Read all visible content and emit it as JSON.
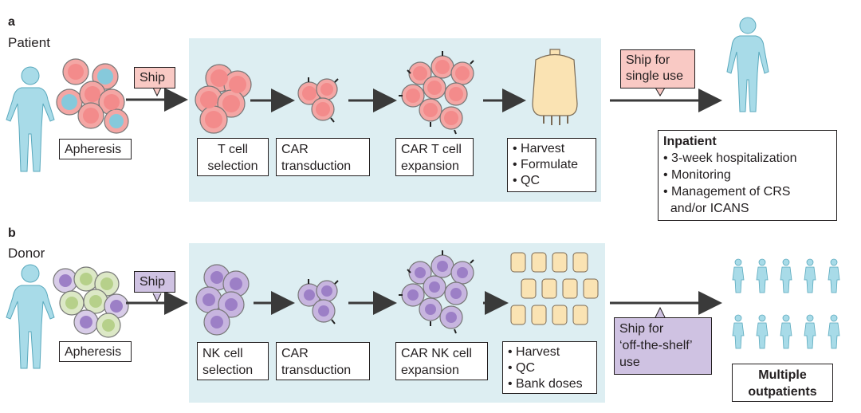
{
  "panel_a": {
    "letter": "a",
    "role": "Patient",
    "ship_label": "Ship",
    "apheresis": "Apheresis",
    "step1": [
      "T cell",
      "selection"
    ],
    "step2": [
      "CAR",
      "transduction"
    ],
    "step3": [
      "CAR T cell",
      "expansion"
    ],
    "product_steps": [
      "• Harvest",
      "• Formulate",
      "• QC"
    ],
    "ship_final": [
      "Ship for",
      "single use"
    ],
    "inpatient_title": "Inpatient",
    "inpatient_items": [
      "• 3-week hospitalization",
      "• Monitoring",
      "• Management of CRS",
      "  and/or ICANS"
    ]
  },
  "panel_b": {
    "letter": "b",
    "role": "Donor",
    "ship_label": "Ship",
    "apheresis": "Apheresis",
    "step1": [
      "NK cell",
      "selection"
    ],
    "step2": [
      "CAR",
      "transduction"
    ],
    "step3": [
      "CAR NK cell",
      "expansion"
    ],
    "product_steps": [
      "• Harvest",
      "• QC",
      "• Bank doses"
    ],
    "ship_final": [
      "Ship for",
      "‘off-the-shelf’",
      "use"
    ],
    "outpatients": [
      "Multiple",
      "outpatients"
    ]
  },
  "colors": {
    "background_panel": "#ddeef2",
    "t_cell": "#f4898a",
    "t_cell_nucleus": "#f6a09f",
    "nk_cell": "#b79fd2",
    "nk_nucleus": "#8c6bbd",
    "body": "#a8dbe8",
    "bag": "#fae3b3"
  }
}
